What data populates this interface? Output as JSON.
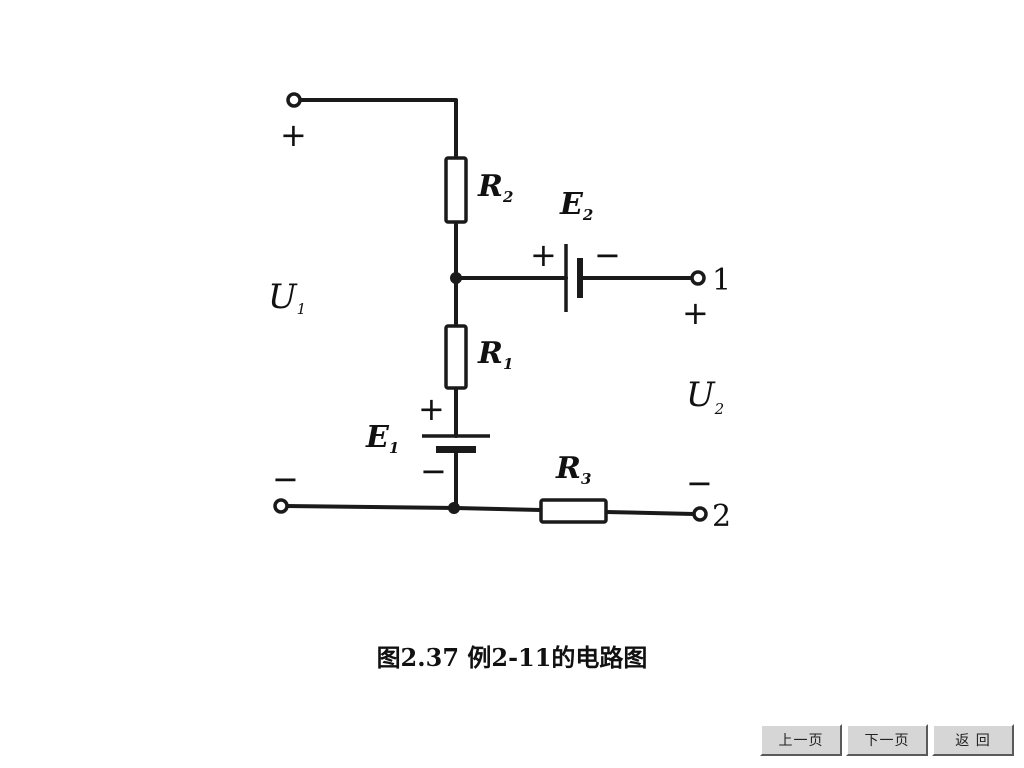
{
  "figure": {
    "caption": "图2.37  例2-11的电路图",
    "components": {
      "R1": {
        "letter": "R",
        "sub": "1"
      },
      "R2": {
        "letter": "R",
        "sub": "2"
      },
      "R3": {
        "letter": "R",
        "sub": "3"
      },
      "E1": {
        "letter": "E",
        "sub": "1"
      },
      "E2": {
        "letter": "E",
        "sub": "2"
      },
      "U1": {
        "letter": "U",
        "sub": "1"
      },
      "U2": {
        "letter": "U",
        "sub": "2"
      }
    },
    "terminals": {
      "t1": "1",
      "t2": "2"
    },
    "signs": {
      "plus": "+",
      "minus": "−"
    }
  },
  "nav": {
    "prev": "上一页",
    "next": "下一页",
    "back": "返  回"
  }
}
